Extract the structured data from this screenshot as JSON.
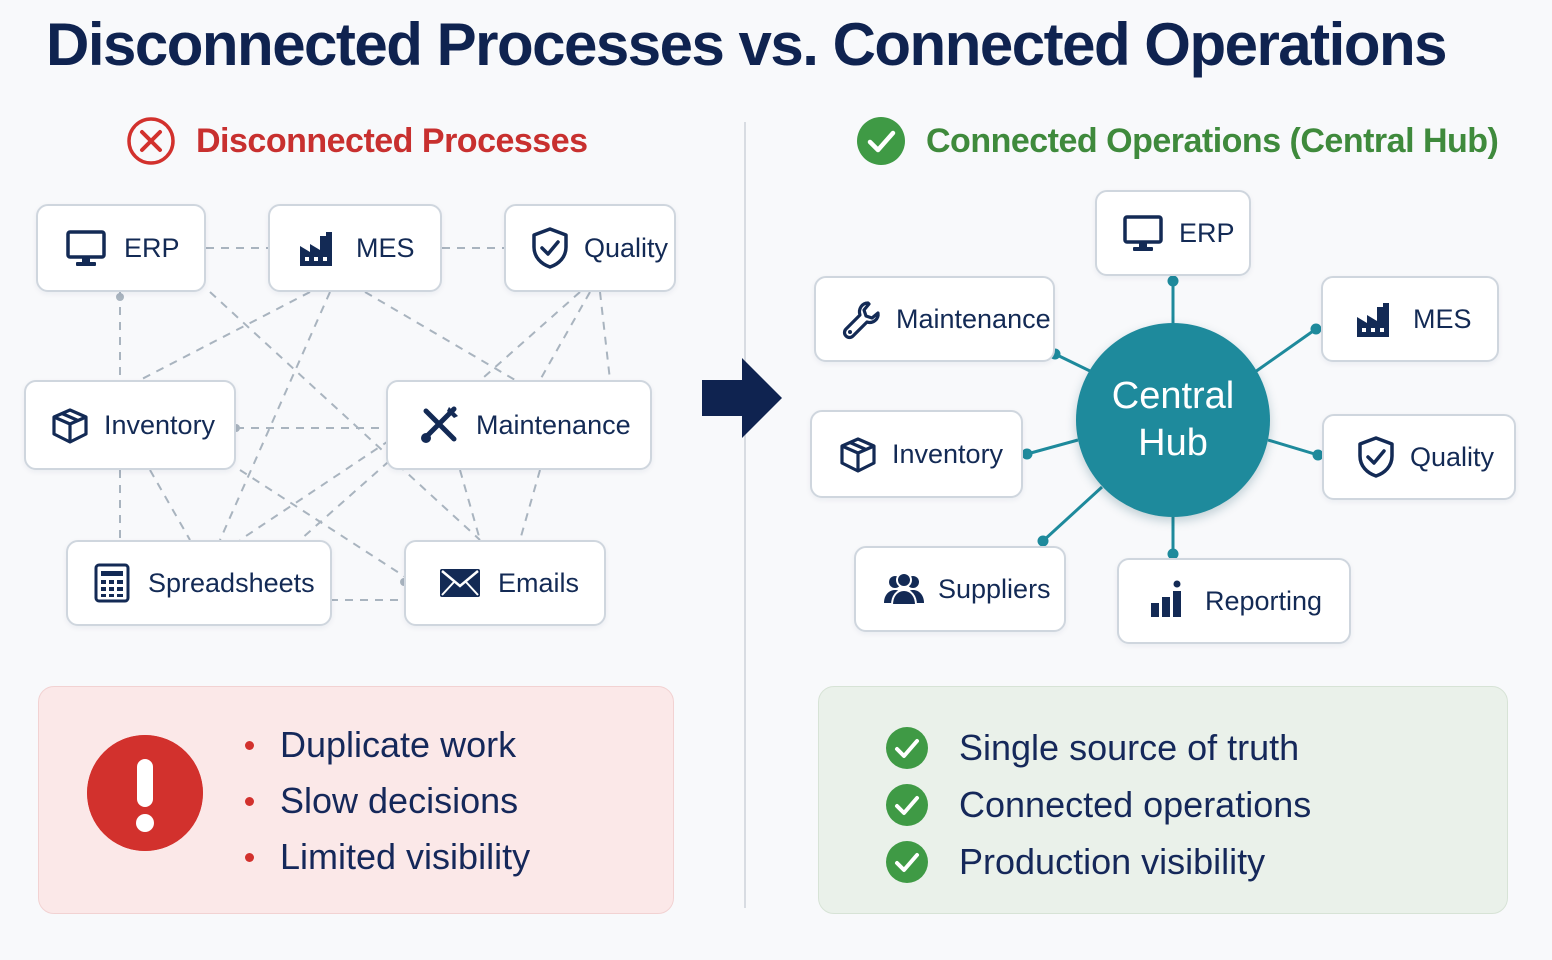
{
  "title": "Disconnected Processes vs. Connected Operations",
  "left": {
    "heading": "Disconnected Processes",
    "heading_icon": "x-circle-icon",
    "nodes": {
      "erp": "ERP",
      "mes": "MES",
      "quality": "Quality",
      "inventory": "Inventory",
      "maintenance": "Maintenance",
      "spreadsheets": "Spreadsheets",
      "emails": "Emails"
    },
    "problems": [
      "Duplicate work",
      "Slow decisions",
      "Limited visibility"
    ]
  },
  "right": {
    "heading": "Connected Operations (Central Hub)",
    "heading_icon": "check-circle-icon",
    "hub": "Central Hub",
    "nodes": {
      "erp": "ERP",
      "maintenance": "Maintenance",
      "mes": "MES",
      "inventory": "Inventory",
      "quality": "Quality",
      "suppliers": "Suppliers",
      "reporting": "Reporting"
    },
    "benefits": [
      "Single source of truth",
      "Connected operations",
      "Production visibility"
    ]
  },
  "colors": {
    "navy": "#0f2350",
    "red": "#c8302f",
    "green": "#3f8a3c",
    "teal": "#1e8a9c",
    "bad_panel": "#fbe8e8",
    "good_panel": "#eaf1ea"
  }
}
